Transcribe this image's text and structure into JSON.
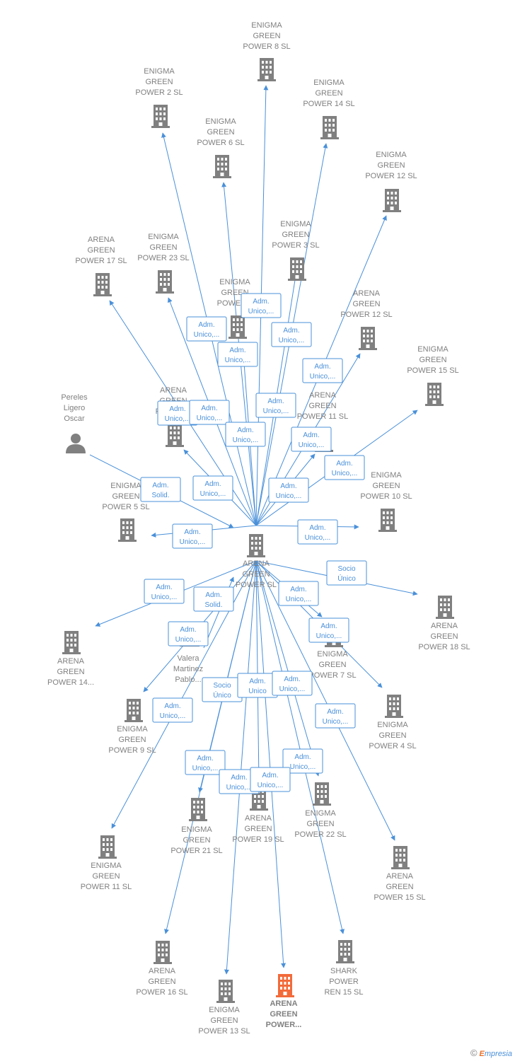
{
  "colors": {
    "edge": "#4a90d9",
    "company": "#808080",
    "highlight": "#f26b3a",
    "person": "#808080"
  },
  "center": {
    "label": [
      "ARENA",
      "GREEN",
      "POWER SL"
    ]
  },
  "nodes": [
    {
      "id": "n1",
      "kind": "company",
      "label": [
        "ENIGMA",
        "GREEN",
        "POWER 8  SL"
      ]
    },
    {
      "id": "n2",
      "kind": "company",
      "label": [
        "ENIGMA",
        "GREEN",
        "POWER 2  SL"
      ]
    },
    {
      "id": "n3",
      "kind": "company",
      "label": [
        "ENIGMA",
        "GREEN",
        "POWER 14  SL"
      ]
    },
    {
      "id": "n4",
      "kind": "company",
      "label": [
        "ENIGMA",
        "GREEN",
        "POWER 6  SL"
      ]
    },
    {
      "id": "n5",
      "kind": "company",
      "label": [
        "ENIGMA",
        "GREEN",
        "POWER 12  SL"
      ]
    },
    {
      "id": "n6",
      "kind": "company",
      "label": [
        "ENIGMA",
        "GREEN",
        "POWER 3  SL"
      ]
    },
    {
      "id": "n7",
      "kind": "company",
      "label": [
        "ARENA",
        "GREEN",
        "POWER 17  SL"
      ]
    },
    {
      "id": "n8",
      "kind": "company",
      "label": [
        "ENIGMA",
        "GREEN",
        "POWER 23  SL"
      ]
    },
    {
      "id": "n9",
      "kind": "company",
      "label": [
        "ENIGMA",
        "GREEN",
        "POWER..."
      ]
    },
    {
      "id": "n10",
      "kind": "company",
      "label": [
        "ARENA",
        "GREEN",
        "POWER 12  SL"
      ]
    },
    {
      "id": "n11",
      "kind": "company",
      "label": [
        "ENIGMA",
        "GREEN",
        "POWER 15  SL"
      ]
    },
    {
      "id": "n12",
      "kind": "person",
      "label": [
        "Pereles",
        "Ligero",
        "Oscar"
      ]
    },
    {
      "id": "n13",
      "kind": "company",
      "label": [
        "ARENA",
        "GREEN",
        "POWER..."
      ]
    },
    {
      "id": "n14",
      "kind": "company",
      "label": [
        "ARENA",
        "GREEN",
        "POWER 11  SL"
      ]
    },
    {
      "id": "n15",
      "kind": "company",
      "label": [
        "ENIGMA",
        "GREEN",
        "POWER 5  SL"
      ]
    },
    {
      "id": "n16",
      "kind": "company",
      "label": [
        "ENIGMA",
        "GREEN",
        "POWER 10  SL"
      ]
    },
    {
      "id": "n17",
      "kind": "company",
      "label": [
        "ARENA",
        "GREEN",
        "POWER 18  SL"
      ]
    },
    {
      "id": "n18",
      "kind": "company",
      "label": [
        "ARENA",
        "GREEN",
        "POWER 14..."
      ]
    },
    {
      "id": "n19",
      "kind": "person",
      "label": [
        "Valera",
        "Martinez",
        "Pablo..."
      ]
    },
    {
      "id": "n20",
      "kind": "company",
      "label": [
        "ENIGMA",
        "GREEN",
        "POWER 7  SL"
      ]
    },
    {
      "id": "n21",
      "kind": "company",
      "label": [
        "ENIGMA",
        "GREEN",
        "POWER 9  SL"
      ]
    },
    {
      "id": "n22",
      "kind": "company",
      "label": [
        "ENIGMA",
        "GREEN",
        "POWER 4  SL"
      ]
    },
    {
      "id": "n23",
      "kind": "company",
      "label": [
        "ENIGMA",
        "GREEN",
        "POWER 21  SL"
      ]
    },
    {
      "id": "n24",
      "kind": "company",
      "label": [
        "ARENA",
        "GREEN",
        "POWER 19  SL"
      ]
    },
    {
      "id": "n25",
      "kind": "company",
      "label": [
        "ENIGMA",
        "GREEN",
        "POWER 22  SL"
      ]
    },
    {
      "id": "n26",
      "kind": "company",
      "label": [
        "ENIGMA",
        "GREEN",
        "POWER 11  SL"
      ]
    },
    {
      "id": "n27",
      "kind": "company",
      "label": [
        "ARENA",
        "GREEN",
        "POWER 15  SL"
      ]
    },
    {
      "id": "n28",
      "kind": "company",
      "label": [
        "ARENA",
        "GREEN",
        "POWER 16  SL"
      ]
    },
    {
      "id": "n29",
      "kind": "company",
      "label": [
        "SHARK",
        "POWER",
        "REN 15  SL"
      ]
    },
    {
      "id": "n30",
      "kind": "highlight",
      "label": [
        "ARENA",
        "GREEN",
        "POWER..."
      ]
    },
    {
      "id": "n31",
      "kind": "company",
      "label": [
        "ENIGMA",
        "GREEN",
        "POWER 13  SL"
      ]
    }
  ],
  "edges": [
    {
      "to": "n1",
      "label": [
        "Adm.",
        "Unico,..."
      ]
    },
    {
      "to": "n2",
      "label": [
        "Adm.",
        "Unico,..."
      ]
    },
    {
      "to": "n3",
      "label": [
        "Adm.",
        "Unico,..."
      ]
    },
    {
      "to": "n4",
      "label": [
        "Adm.",
        "Unico,..."
      ]
    },
    {
      "to": "n5",
      "label": [
        "Adm.",
        "Unico,..."
      ]
    },
    {
      "to": "n6",
      "label": [
        "Adm.",
        "Unico,..."
      ]
    },
    {
      "to": "n7",
      "label": [
        "Adm.",
        "Unico,..."
      ]
    },
    {
      "to": "n8",
      "label": [
        "Adm.",
        "Unico,..."
      ]
    },
    {
      "to": "n9",
      "label": [
        "Adm.",
        "Unico,..."
      ]
    },
    {
      "to": "n10",
      "label": [
        "Adm.",
        "Unico,..."
      ]
    },
    {
      "to": "n11",
      "label": [
        "Adm.",
        "Unico,..."
      ]
    },
    {
      "from": "n12",
      "label": [
        "Adm.",
        "Solid."
      ]
    },
    {
      "to": "n13",
      "label": [
        "Adm.",
        "Unico,..."
      ]
    },
    {
      "to": "n14",
      "label": [
        "Adm.",
        "Unico,..."
      ]
    },
    {
      "to": "n15",
      "label": [
        "Adm.",
        "Unico,..."
      ]
    },
    {
      "to": "n16",
      "label": [
        "Adm.",
        "Unico,..."
      ]
    },
    {
      "to": "n17",
      "label": [
        "Socio",
        "Único"
      ]
    },
    {
      "to": "n18",
      "label": [
        "Adm.",
        "Unico,..."
      ]
    },
    {
      "from": "n19",
      "label": [
        "Adm.",
        "Solid."
      ]
    },
    {
      "to": "n20",
      "label": [
        "Adm.",
        "Unico,..."
      ]
    },
    {
      "to": "n21",
      "label": [
        "Adm.",
        "Unico,..."
      ]
    },
    {
      "to": "n22",
      "label": [
        "Adm.",
        "Unico,..."
      ]
    },
    {
      "to": "n23",
      "label": [
        "Adm.",
        "Unico,..."
      ]
    },
    {
      "to": "n24",
      "label": [
        "Socio",
        "Único"
      ]
    },
    {
      "to": "n25",
      "label": [
        "Adm.",
        "Unico"
      ]
    },
    {
      "to": "n26",
      "label": [
        "Adm.",
        "Unico,..."
      ]
    },
    {
      "to": "n27",
      "label": [
        "Adm.",
        "Unico,..."
      ]
    },
    {
      "to": "n28",
      "label": [
        "Adm.",
        "Unico,..."
      ]
    },
    {
      "to": "n29",
      "label": [
        "Adm.",
        "Unico,..."
      ]
    },
    {
      "to": "n30",
      "label": [
        "Adm.",
        "Unico,..."
      ]
    },
    {
      "to": "n31",
      "label": [
        "Adm.",
        "Unico,..."
      ]
    }
  ],
  "credit": {
    "symbol": "©",
    "brand_first": "E",
    "brand_rest": "mpresia"
  }
}
